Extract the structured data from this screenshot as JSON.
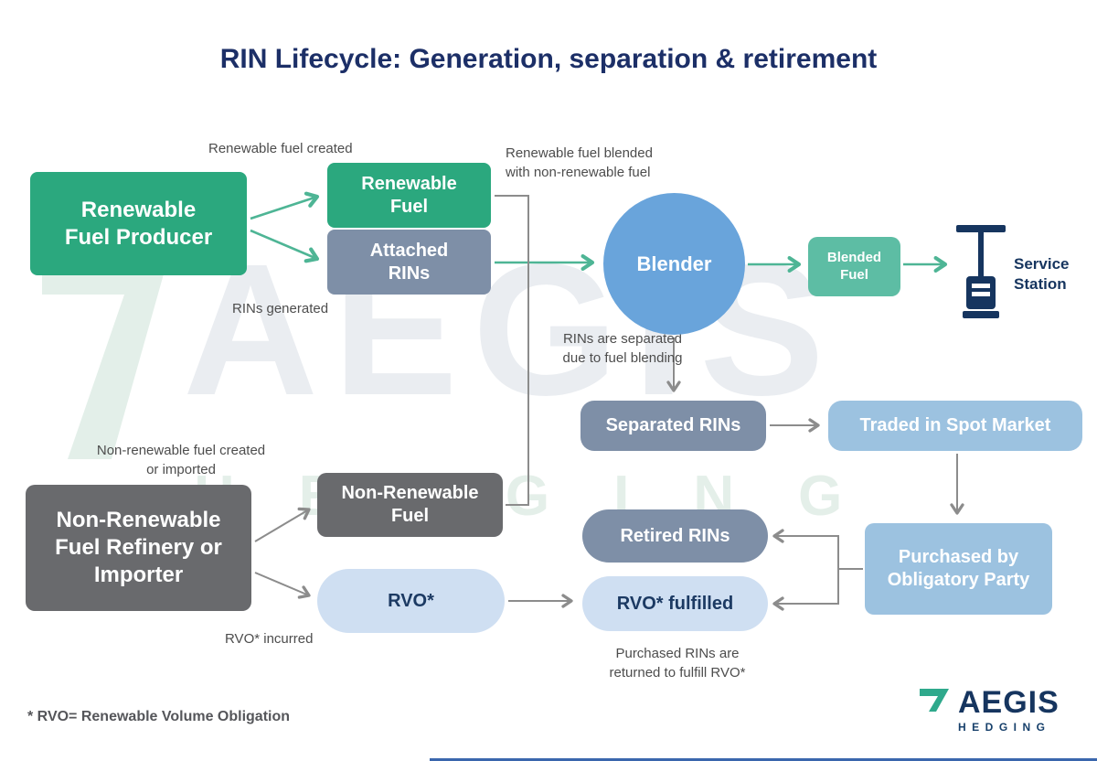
{
  "title": "RIN Lifecycle: Generation, separation & retirement",
  "nodes": {
    "renewable_producer": "Renewable Fuel Producer",
    "renewable_fuel": "Renewable Fuel",
    "attached_rins": "Attached RINs",
    "blender": "Blender",
    "blended_fuel": "Blended Fuel",
    "service_station": "Service Station",
    "separated_rins": "Separated RINs",
    "traded_spot_market": "Traded in Spot Market",
    "nonrenewable_refinery": "Non-Renewable Fuel Refinery or Importer",
    "nonrenewable_fuel": "Non-Renewable Fuel",
    "rvo": "RVO*",
    "retired_rins": "Retired RINs",
    "rvo_fulfilled": "RVO* fulfilled",
    "purchased_by_obligatory_party": "Purchased by Obligatory Party"
  },
  "labels": {
    "renewable_fuel_created": "Renewable fuel created",
    "rins_generated": "RINs generated",
    "renewable_blended": "Renewable fuel blended with non-renewable fuel",
    "rins_separated": "RINs are separated due to fuel blending",
    "nonrenewable_created": "Non-renewable fuel created or imported",
    "rvo_incurred": "RVO* incurred",
    "purchased_returned": "Purchased RINs are returned to fulfill RVO*",
    "footnote": "* RVO= Renewable Volume Obligation"
  },
  "watermark": {
    "word1": "AEGIS",
    "word2": "HEDGING"
  },
  "logo": {
    "brand": "AEGIS",
    "sub": "HEDGING"
  },
  "colors": {
    "green": "#2ba87e",
    "slate_blue": "#7e8fa7",
    "blender_blue": "#69a4db",
    "blended_teal": "#5dbda4",
    "light_blue": "#9cc2e0",
    "pale_blue": "#cfdff2",
    "dark_gray": "#696a6d",
    "navy": "#16355f",
    "title_navy": "#1c2f67",
    "arrow_gray": "#8c8c8c",
    "arrow_teal": "#4eb595",
    "logo_teal": "#2fa98c"
  }
}
